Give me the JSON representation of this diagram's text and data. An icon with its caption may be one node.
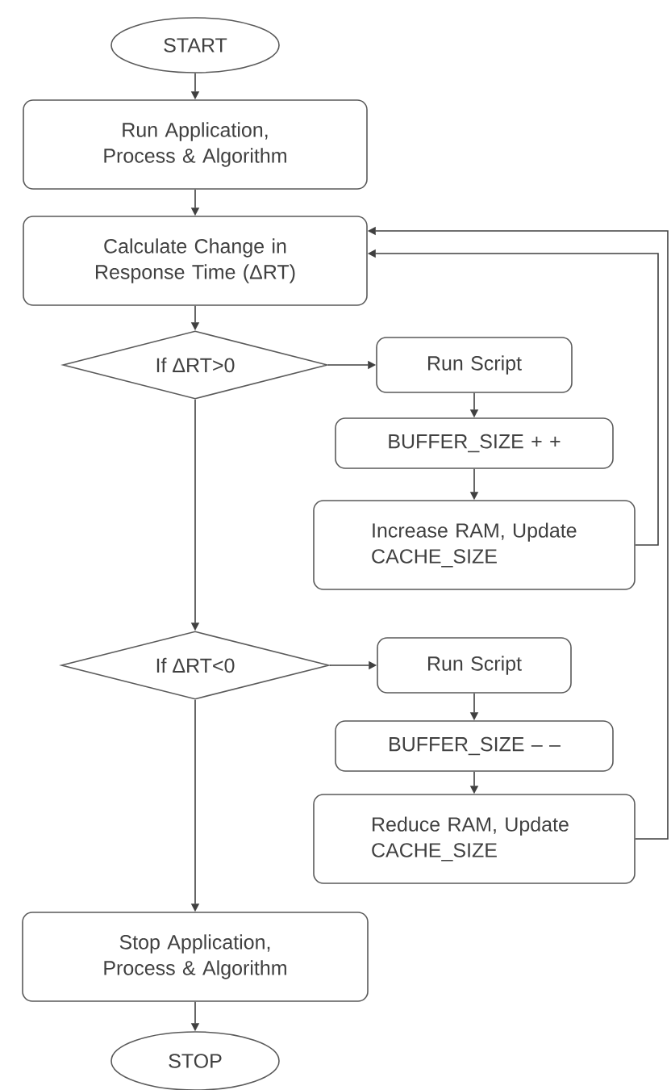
{
  "diagram": {
    "nodes": [
      {
        "text": [
          "START"
        ]
      },
      {
        "text": [
          "Run Application, Process & Algorithm"
        ]
      },
      {
        "text": [
          "Calculate Change in Response Time (ΔRT)"
        ]
      },
      {
        "text": [
          "If ΔRT>0"
        ]
      },
      {
        "text": [
          "Run Script"
        ]
      },
      {
        "text": [
          "BUFFER_SIZE + +"
        ]
      },
      {
        "text": [
          "Increase RAM, Update CACHE_SIZE"
        ]
      },
      {
        "text": [
          "If ΔRT<0"
        ]
      },
      {
        "text": [
          "Run Script"
        ]
      },
      {
        "text": [
          "BUFFER_SIZE – –"
        ]
      },
      {
        "text": [
          "Reduce RAM, Update CACHE_SIZE"
        ]
      },
      {
        "text": [
          "Stop Application, Process & Algorithm"
        ]
      },
      {
        "text": [
          "STOP"
        ]
      }
    ],
    "edges": [
      {
        "from": 0,
        "to": 1,
        "arrow": "to"
      },
      {
        "from": 1,
        "to": 2,
        "arrow": "to"
      },
      {
        "from": 2,
        "to": 3,
        "arrow": "to"
      },
      {
        "from": 3,
        "to": 4,
        "arrow": "to"
      },
      {
        "from": 4,
        "to": 5,
        "arrow": "to"
      },
      {
        "from": 5,
        "to": 6,
        "arrow": "to"
      },
      {
        "from": 6,
        "to": 2,
        "arrow": "to"
      },
      {
        "from": 3,
        "to": 7,
        "arrow": "to"
      },
      {
        "from": 7,
        "to": 8,
        "arrow": "to"
      },
      {
        "from": 8,
        "to": 9,
        "arrow": "to"
      },
      {
        "from": 9,
        "to": 10,
        "arrow": "to"
      },
      {
        "from": 10,
        "to": 2,
        "arrow": "to"
      },
      {
        "from": 7,
        "to": 11,
        "arrow": "to"
      },
      {
        "from": 11,
        "to": 12,
        "arrow": "to"
      }
    ]
  }
}
